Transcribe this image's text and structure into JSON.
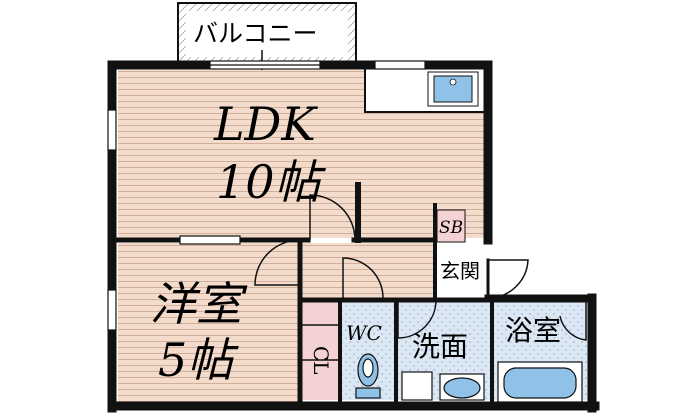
{
  "plan": {
    "balcony": "バルコニー",
    "ldk_name": "LDK",
    "ldk_size": "10帖",
    "bedroom_name": "洋室",
    "bedroom_size": "5帖",
    "closet": "CL",
    "shoe_box": "SB",
    "entrance": "玄関",
    "toilet": "WC",
    "washroom": "洗面",
    "bathroom": "浴室"
  },
  "colors": {
    "wall": "#111111",
    "floor_wood": "#f3dccb",
    "floor_wet": "#dce7f4",
    "fixture": "#8fc2e6",
    "closet_fill": "#f4d2d4"
  }
}
